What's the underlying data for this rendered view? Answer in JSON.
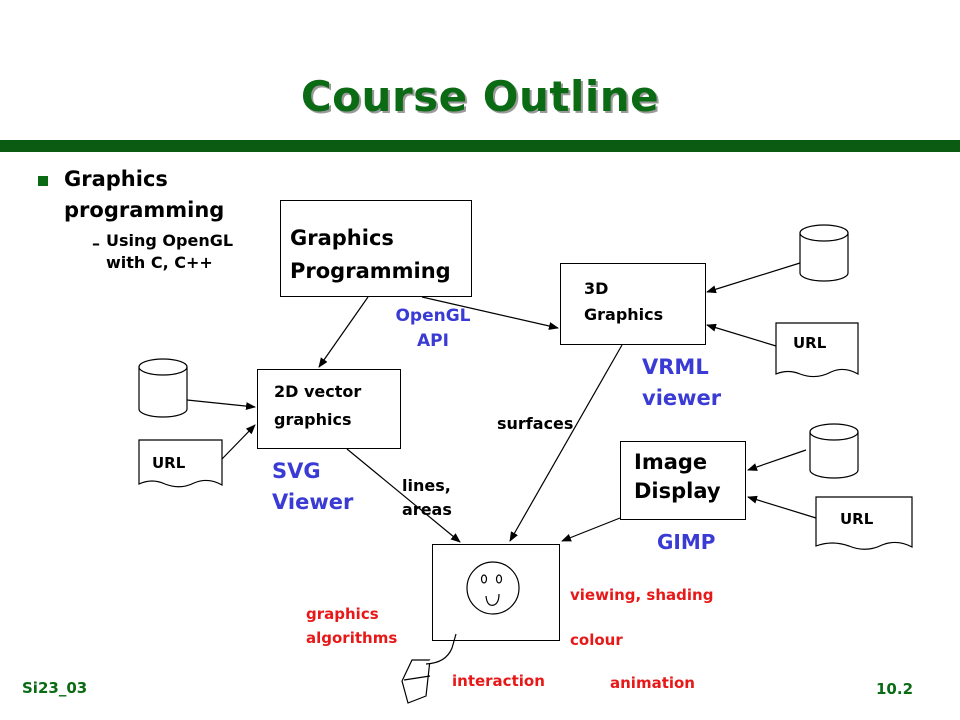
{
  "title": "Course Outline",
  "bullets": {
    "main": "Graphics programming",
    "sub_dash": "–",
    "sub": "Using OpenGL with C, C++"
  },
  "boxes": {
    "graphics_programming": "Graphics Programming",
    "graphics_3d": "3D Graphics",
    "vector_2d": "2D vector graphics",
    "image_display": "Image Display"
  },
  "labels": {
    "opengl_api": "OpenGL API",
    "vrml_viewer": "VRML viewer",
    "svg_viewer": "SVG Viewer",
    "gimp": "GIMP",
    "surfaces": "surfaces",
    "lines_areas": "lines, areas",
    "viewing_shading": "viewing, shading",
    "colour": "colour",
    "graphics_algorithms": "graphics algorithms",
    "interaction": "interaction",
    "animation": "animation"
  },
  "url_labels": {
    "url_3d": "URL",
    "url_2d": "URL",
    "url_image": "URL"
  },
  "footer": {
    "left": "Si23_03",
    "right": "10.2"
  },
  "colors": {
    "title_green": "#0b6b14",
    "blue_labels": "#3a3ad4",
    "red_labels": "#e81818"
  },
  "icons": [
    "database-icon",
    "document-icon",
    "smiley-face-icon",
    "hand-icon"
  ]
}
